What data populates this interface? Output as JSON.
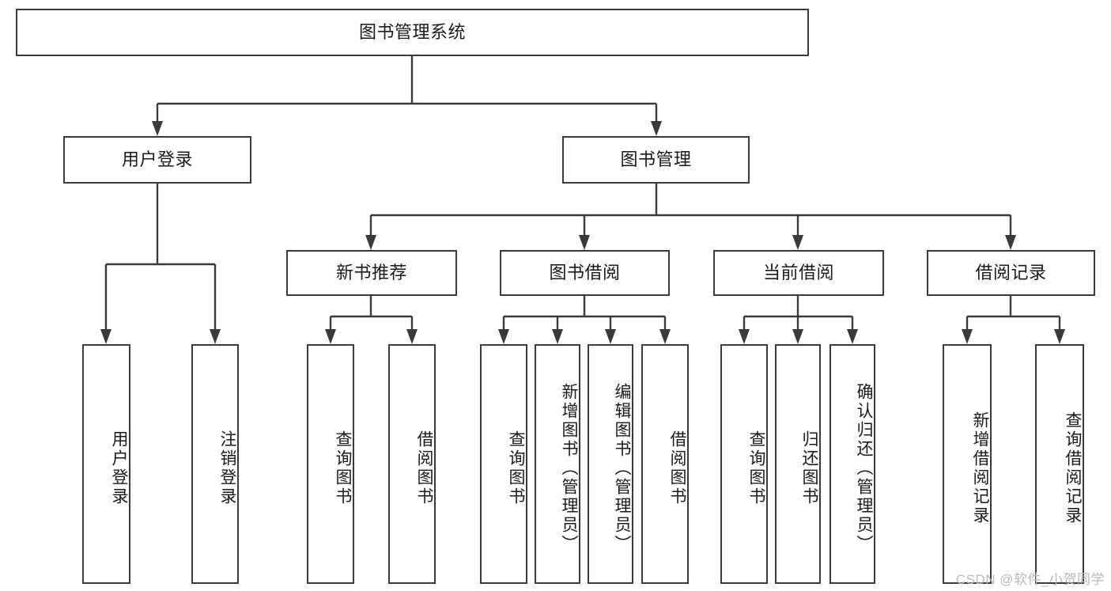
{
  "diagram": {
    "title": "图书管理系统",
    "watermark": "CSDN @软件_小贺同学",
    "type": "tree-hierarchy",
    "levels": 4,
    "root": {
      "label": "图书管理系统"
    },
    "level2": [
      {
        "label": "用户登录"
      },
      {
        "label": "图书管理"
      }
    ],
    "level3": [
      {
        "label": "新书推荐"
      },
      {
        "label": "图书借阅"
      },
      {
        "label": "当前借阅"
      },
      {
        "label": "借阅记录"
      }
    ],
    "leaves_user_login": [
      {
        "label": "用户登录"
      },
      {
        "label": "注销登录"
      }
    ],
    "leaves_new_book": [
      {
        "label": "查询图书"
      },
      {
        "label": "借阅图书"
      }
    ],
    "leaves_borrow": [
      {
        "label": "查询图书"
      },
      {
        "label": "新增图书（管理员）"
      },
      {
        "label": "编辑图书（管理员）"
      },
      {
        "label": "借阅图书"
      }
    ],
    "leaves_current": [
      {
        "label": "查询图书"
      },
      {
        "label": "归还图书"
      },
      {
        "label": "确认归还（管理员）"
      }
    ],
    "leaves_records": [
      {
        "label": "新增借阅记录"
      },
      {
        "label": "查询借阅记录"
      }
    ],
    "colors": {
      "border": "#3a3a3a",
      "text": "#1a1a1a",
      "background": "#ffffff",
      "watermark": "#b9b9b9"
    }
  }
}
